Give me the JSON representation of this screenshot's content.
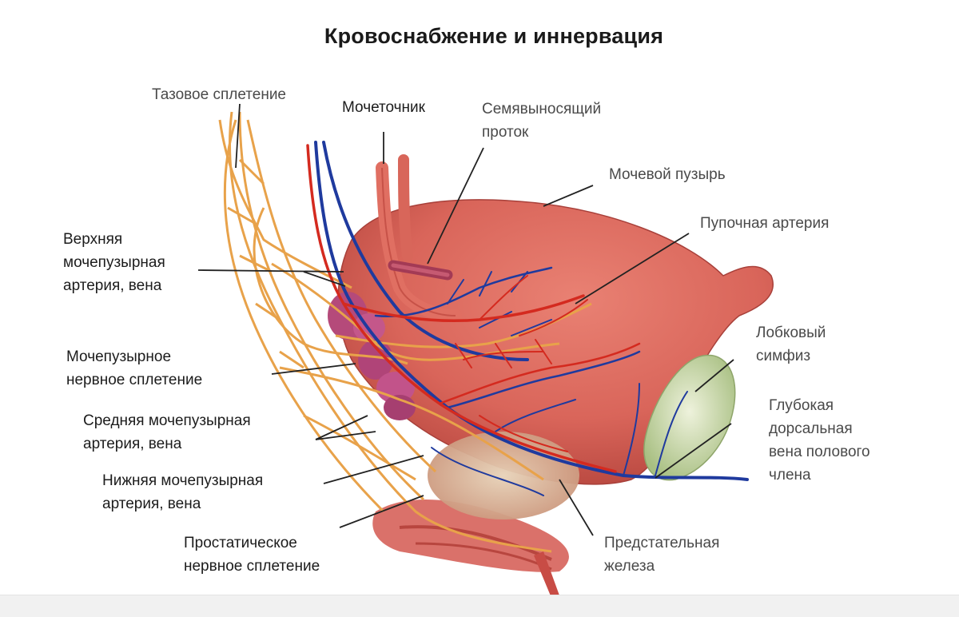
{
  "title": "Кровоснабжение и иннервация",
  "labels": {
    "pelvic_plexus": "Тазовое сплетение",
    "ureter": "Мочеточник",
    "vas_deferens": "Семявыносящий\nпроток",
    "bladder": "Мочевой пузырь",
    "umbilical_artery": "Пупочная артерия",
    "superior_vesical": "Верхняя\nмочепузырная\nартерия, вена",
    "vesical_plexus": "Мочепузырное\nнервное сплетение",
    "middle_vesical": "Средняя мочепузырная\nартерия, вена",
    "inferior_vesical": "Нижняя мочепузырная\nартерия, вена",
    "prostatic_plexus": "Простатическое\nнервное сплетение",
    "pubic_symphysis": "Лобковый\nсимфиз",
    "dorsal_vein": "Глубокая\nдорсальная\nвена полового\nчлена",
    "prostate": "Предстательная\nжелеза"
  },
  "colors": {
    "bladder": "#d9655a",
    "artery": "#d42a1f",
    "vein": "#1f3a9e",
    "nerve": "#e8a24a",
    "symphysis": "#c9d6a6",
    "label_text": "#1c1c1c"
  }
}
